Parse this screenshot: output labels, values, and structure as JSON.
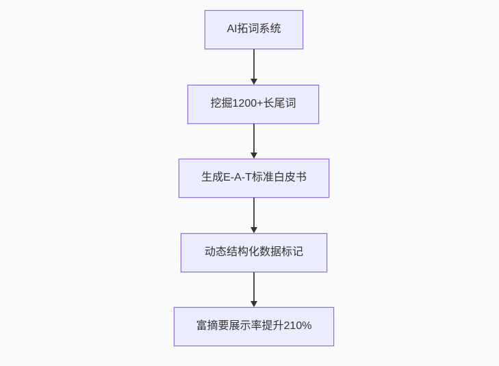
{
  "diagram": {
    "type": "flowchart-top-down",
    "colors": {
      "background": "#fafafa",
      "node_fill": "#ECECFF",
      "node_border": "#9370DB",
      "arrow_line": "#4a4a4a",
      "arrow_head": "#333333",
      "text": "#333333"
    },
    "nodes": [
      {
        "id": "A",
        "label": "AI拓词系统"
      },
      {
        "id": "B",
        "label": "挖掘1200+长尾词"
      },
      {
        "id": "C",
        "label": "生成E-A-T标准白皮书"
      },
      {
        "id": "D",
        "label": "动态结构化数据标记"
      },
      {
        "id": "E",
        "label": "富摘要展示率提升210%"
      }
    ],
    "edges": [
      {
        "from": "A",
        "to": "B"
      },
      {
        "from": "B",
        "to": "C"
      },
      {
        "from": "C",
        "to": "D"
      },
      {
        "from": "D",
        "to": "E"
      }
    ]
  }
}
